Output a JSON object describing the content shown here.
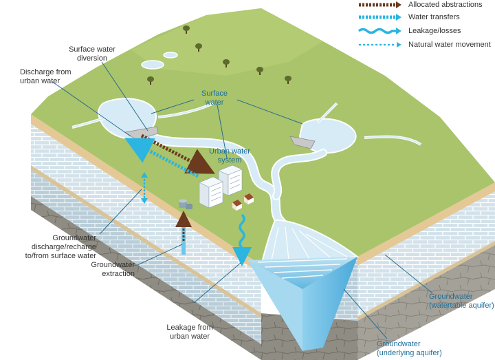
{
  "legend": {
    "allocated_abstractions": "Allocated abstractions",
    "water_transfers": "Water transfers",
    "leakage_losses": "Leakage/losses",
    "natural_water_movement": "Natural water movement"
  },
  "labels": {
    "surface_water_diversion": "Surface water\ndiversion",
    "discharge_from_urban_water": "Discharge from\nurban water",
    "surface_water": "Surface\nwater",
    "urban_water_system": "Urban water\nsystem",
    "groundwater_discharge_recharge": "Groundwater\ndischarge/recharge\nto/from surface water",
    "groundwater_extraction": "Groundwater\nextraction",
    "leakage_from_urban_water": "Leakage from\nurban water",
    "groundwater_watertable": "Groundwater\n(watertable aquifer)",
    "groundwater_underlying": "Groundwater\n(underlying aquifer)"
  },
  "colors": {
    "land": "#a9c46a",
    "land_light": "#bcd27f",
    "water": "#d6ebf6",
    "river_edge": "#ffffff",
    "sand": "#e4c896",
    "rock_top": "#c9dce6",
    "rock_bottom": "#8c8a83",
    "abstraction_arrow": "#6b3a1f",
    "transfer_arrow": "#2bb5e0",
    "callout_line": "#2b6d8f",
    "label_blue": "#1d6f9c"
  },
  "icons": [
    "tree-icon",
    "building-icon",
    "house-icon",
    "water-tank-icon",
    "weir-icon"
  ]
}
